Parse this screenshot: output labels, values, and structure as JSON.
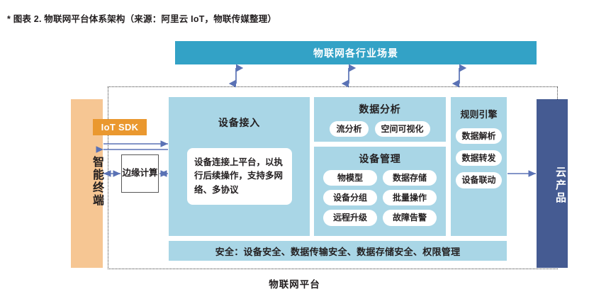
{
  "caption": "* 图表 2. 物联网平台体系架构（来源：阿里云 IoT，物联传媒整理）",
  "top_bar": {
    "label": "物联网各行业场景"
  },
  "platform": {
    "label": "物联网平台"
  },
  "left": {
    "terminal_label": "智能终端",
    "sdk_badge": "IoT SDK",
    "edge_box": "边缘计算"
  },
  "device_access": {
    "title": "设备接入",
    "description": "设备连接上平台，以执行后续操作，支持多网络、多协议"
  },
  "data_analysis": {
    "title": "数据分析",
    "items": [
      "流分析",
      "空间可视化"
    ]
  },
  "device_management": {
    "title": "设备管理",
    "items": [
      "物模型",
      "数据存储",
      "设备分组",
      "批量操作",
      "远程升级",
      "故障告警"
    ]
  },
  "rules_engine": {
    "title": "规则引擎",
    "items": [
      "数据解析",
      "数据转发",
      "设备联动"
    ]
  },
  "security": {
    "label": "安全：设备安全、数据传输安全、数据存储安全、权限管理"
  },
  "right": {
    "cloud_label": "云产品"
  },
  "colors": {
    "top_bar": "#33a2c6",
    "panel": "#a9d6e6",
    "terminal": "#f6c693",
    "sdk_badge": "#ea982f",
    "cloud": "#455b92",
    "arrow": "#5a72b5",
    "boundary": "#3b3b3b"
  }
}
